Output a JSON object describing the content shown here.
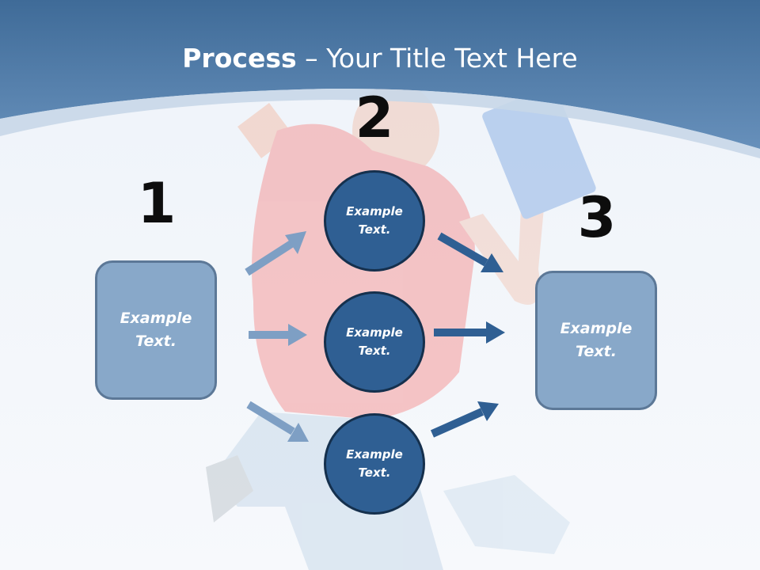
{
  "slide": {
    "title_bold": "Process",
    "title_rest": " – Your Title Text Here"
  },
  "steps": {
    "one": "1",
    "two": "2",
    "three": "3"
  },
  "left_box": {
    "label": "Example\nText."
  },
  "right_box": {
    "label": "Example\nText."
  },
  "circles": [
    {
      "label": "Example\nText."
    },
    {
      "label": "Example\nText."
    },
    {
      "label": "Example\nText."
    }
  ],
  "colors": {
    "header_blue": "#4e79a5",
    "box_fill": "#88a8c9",
    "circle_fill": "#2f5f93",
    "arrow_light": "#7e9fc4",
    "arrow_dark": "#2f5f93"
  }
}
